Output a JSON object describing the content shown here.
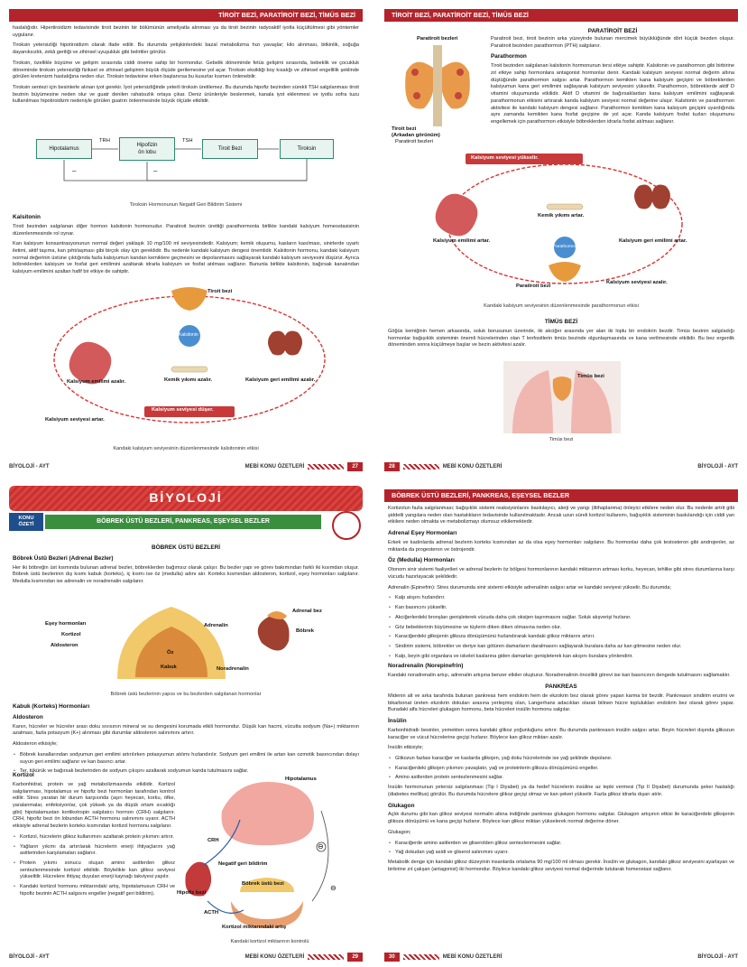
{
  "p1": {
    "header": "TİROİT BEZİ, PARATİROİT BEZİ, TİMÜS BEZİ",
    "paras": [
      "haslalığıdır. Hipertiroidizm tedavisinde tiroit bezinin bir bölümünün ameliyatla alınması ya da tiroit bezinin radyoaktif iyotla küçültülmesi gibi yöntemler uygulanır.",
      "Tiroksin yetersizliği hipotiroidizm olarak ifade edilir. Bu durumda yetişkinlerdeki bazal metabolizma hızı yavaşlar; kilo alınması, bitkinlik, soğuğa dayanıksızlık, zekâ geriliği ve zihinsel uyuşukluk gibi belirtiler görülür.",
      "Tiroksin, özellikle büyüme ve gelişim sırasında ciddi öneme sahip bir hormondur. Gebelik döneminde fetüs gelişimi sırasında, bebeklik ve çocukluk döneminde tiroksin yetersizliği fiziksel ve zihinsel gelişimin büyük ölçüde gerilemesine yol açar. Tiroksin eksikliği boy kısalığı ve zihinsel engellilik şeklinde görülen kretenizm hastalığına neden olur. Tiroksin tedavisine erken başlanırsa bu kusurlar kısmen önlenebilir.",
      "Tiroksin sentezi için besinlerle alınan iyot gerekir. İyot yetersizliğinde yeterli tiroksin üretilemez. Bu durumda hipofiz bezinden sürekli TSH salgılanması tiroit bezinin büyümesine neden olur ve guatr denilen rahatsızlık ortaya çıkar. Deniz ürünleriyle beslenmek, kanala iyot eklenmesi ve iyotlu sofra tuzu kullanılması hipotiroidizm nedeniyle görülen guatrın önlenmesinde büyük ölçüde etkilidir."
    ],
    "flow": {
      "b1": "Hipotalamus",
      "b2a": "Hipofizin",
      "b2b": "ön lobu",
      "b3": "Tiroit Bezi",
      "b4": "Tiroksin",
      "trh": "TRH",
      "tsh": "TSH",
      "minus1": "–",
      "minus2": "–"
    },
    "flow_caption": "Tiroksin Hormonunun Negatif Geri Bildirim Sistemi",
    "kal_title": "Kalsitonin",
    "kal_paras": [
      "Tiroit bezinden salgılanan diğer hormon kalsitonin hormonudur. Paratiroit bezinin ürettiği parathormonla birlikte kandaki kalsiyum homeostasisinin düzenlenmesinde rol oynar.",
      "Kan kalsiyum konsantrasyonunun normal değeri yaklaşık 10 mg/100 ml seviyesindedir. Kalsiyum; kemik oluşumu, kasların kasılması, sinirlerde uyartı iletimi, aktif taşıma, kan pıhtılaşması gibi birçok olay için gereklidir. Bu nedenle kandaki kalsiyum dengesi önemlidir. Kalsitonin hormonu, kandaki kalsiyum normal değerinin üstüne çıktığında fazla kalsiyumun kandan kemiklere geçmesini ve depolanmasını sağlayarak kandaki kalsiyum seviyesini düşürür. Ayrıca böbreklerden kalsiyum ve fosfat geri emilimini azaltarak idrarla kalsiyum ve fosfat atılması sağlanır. Bununla birlikte kalsitonin, bağırsak kanalından kalsiyum emilimini azaltan hafif bir etkiye de sahiptir."
    ],
    "diagram": {
      "tiroit": "Tiroit bezi",
      "kalsitonin": "Kalsitonin",
      "bagirsak": "Kalsiyum emilimi azalır.",
      "kemik": "Kemik yıkımı azalır.",
      "bobrek": "Kalsiyum geri emilimi azalır.",
      "seviye": "Kalsiyum seviyesi düşer.",
      "yuksek": "Kalsiyum seviyesi artar."
    },
    "diag_caption": "Kandaki kalsiyum seviyesinin düzenlenmesinde kalsitoninin etkisi",
    "foot_left": "BİYOLOJİ - AYT",
    "foot_right": "MEBİ KONU ÖZETLERİ",
    "page": "27"
  },
  "p2": {
    "header": "TİROİT BEZİ, PARATİROİT BEZİ, TİMÜS BEZİ",
    "para_title": "PARATİROİT BEZİ",
    "fig_top": "Paratiroit bezleri",
    "fig_bottom1": "Tiroit bezi",
    "fig_bottom2": "(Arkadan görünüm)",
    "fig_bottom3": "Paratiroit bezleri",
    "intro": "Paratiroit bezi, tiroit bezinin arka yüzeyinde bulunan mercimek büyüklüğünde dört küçük bezden oluşur. Paratiroit bezinden parathormon (PTH) salgılanır.",
    "pth_title": "Parathormon",
    "pth_para": "Tiroit bezinden salgılanan kalsitonin hormonunun tersi etkiye sahiptir. Kalsitonin ve parathormon gibi birbirine zıt etkiye sahip hormonlara antagonist hormonlar denir. Kandaki kalsiyum seviyesi normal değerin altına düştüğünde parathormon salgısı artar. Parathormon kemikten kana kalsiyum geçişini ve böbreklerden kalsiyumun kana geri emilimini sağlayarak kalsiyum seviyesini yükseltir. Parathormon, böbreklerde aktif D vitamini oluşumunda etkilidir. Aktif D vitamini de bağırsaklardan kana kalsiyum emilimini sağlayarak parathormonun etkisini artırarak kanda kalsiyum seviyesi normal değerine ulaşır. Kalsitonin ve parathormon aktivitesi ile kandaki kalsiyum dengesi sağlanır. Parathormon kemikten kana kalsiyum geçişini uyardığında aynı zamanda kemikten kana fosfat geçişine de yol açar. Kanda kalsiyum fosfat tuzları oluşumunu engellemek için parathormon etkisiyle böbreklerden idrarla fosfat atılması sağlanır.",
    "diagram": {
      "yukselir": "Kalsiyum seviyesi yükselir.",
      "kemik": "Kemik yıkımı artar.",
      "emilim": "Kalsiyum emilimi artar.",
      "geri": "Kalsiyum geri emilimi artar.",
      "pth": "Parathormon",
      "bez": "Paratiroit bezi",
      "azalir": "Kalsiyum seviyesi azalır."
    },
    "diag_caption": "Kandaki kalsiyum seviyesinin düzenlenmesinde parathormonun etkisi",
    "timus_title": "TİMÜS BEZİ",
    "timus_para": "Göğüs kemiğinin hemen arkasında, soluk borusunun üzerinde, iki akciğer arasında yer alan iki loplu bir endokrin bezdir. Timüs bezinin salgıladığı hormonlar bağışıklık sisteminin önemli hücrelerinden olan T lenfositlerin timüs bezinde olgunlaşmasında ve kana verilmesinde etkilidir. Bu bez ergenlik döneminden sonra küçülmeye başlar ve bezin aktivitesi azalır.",
    "timus_lbl": "Timüs bezi",
    "timus_caption": "Timüs bezi",
    "foot_left": "MEBİ KONU ÖZETLERİ",
    "foot_right": "BİYOLOJİ - AYT",
    "page": "28"
  },
  "p3": {
    "brand": "BİYOLOJİ",
    "konu1": "KONU",
    "konu2": "ÖZETİ",
    "title": "BÖBREK ÜSTÜ BEZLERİ, PANKREAS, EŞEYSEL BEZLER",
    "section": "BÖBREK ÜSTÜ BEZLERİ",
    "sub1": "Böbrek Üstü Bezleri (Adrenal Bezler)",
    "para1": "Her iki böbreğin üst kısmında bulunan adrenal bezler, böbreklerden bağımsız olarak çalışır. Bu bezler yapı ve görev bakımından farklı iki kısımdan oluşur. Böbrek üstü bezlerinin dış kısmı kabuk (korteks), iç kısmı ise öz (medulla) adını alır. Korteks kısmından aldosteron, kortizol, eşey hormonları salgılanır. Medulla kısmından ise adrenalin ve noradrenalin salgılanır.",
    "fig": {
      "esey": "Eşey hormonları",
      "kortizol": "Kortizol",
      "aldosteron": "Aldosteron",
      "oz": "Öz",
      "kabuk": "Kabuk",
      "adrenalin": "Adrenalin",
      "noradrenalin": "Noradrenalin",
      "adrenal": "Adrenal bez",
      "bobrek": "Böbrek"
    },
    "fig_caption": "Böbrek üstü bezlerinin yapısı ve bu bezlerden salgılanan hormonlar",
    "sub2": "Kabuk (Korteks) Hormonları",
    "sub3": "Aldosteron",
    "para2": "Kanın, hücreler ve hücreler arası doku sıvısının mineral ve su dengesini korumada etkili hormondur. Düşük kan hacmi, vücutta sodyum (Na+) miktarının azalması, fazla potasyum (K+) alınması gibi durumlar aldosteron salınımını artırır.",
    "para3": "Aldosteron etkisiyle;",
    "list1": [
      "Böbrek kanallarından sodyumun geri emilimi artırılırken potasyumun atılımı hızlandırılır. Sodyum geri emilimi ile artan kan ozmotik basıncından dolayı suyun geri emilimi sağlanır ve kan basıncı artar.",
      "Ter, tükürük ve bağırsak bezlerinden de sodyum çıkışını azaltarak sodyumun kanda tutulmasını sağlar."
    ],
    "sub4": "Kortizol",
    "para4": "Karbonhidrat, protein ve yağ metabolizmasında etkilidir. Kortizol salgılanması, hipotalamus ve hipofiz bezi hormonları tarafından kontrol edilir. Stres yaratan bir durum karşısında (aşırı heyecan, korku, öfke, yaralanmalar, enfeksiyonlar, çok yüksek ya da düşük ortam sıcaklığı gibi) hipotalamustan kortikotropin salgılatıcı hormon (CRH) salgılanır. CRH, hipofiz bezi ön lobundan ACTH hormonu salınımını uyarır. ACTH etkisiyle adrenal bezlerin korteks kısmından kortizol hormonu salgılanır.",
    "list2": [
      "Kortizol, hücrelerin glikoz kullanımını azaltarak protein yıkımını artırır.",
      "Yağların yıkımı da artırılarak hücrelerin enerji ihtiyaçlarını yağ asitlerinden karşılamaları sağlanır.",
      "Protein yıkımı sonucu oluşan amino asitlerden glikoz sentezlenmesinde kortizol etkilidir. Böylelikle kan glikoz seviyesi yükseltilir. Hücrelere ihtiyaç duyulan enerji kaynağı takviyesi yapılır.",
      "Kandaki kortizol hormonu miktarındaki artış, hipotalamusun CRH ve hipofiz bezinin ACTH salgısını engeller (negatif geri bildirim)."
    ],
    "fig2": {
      "hipotalamus": "Hipotalamus",
      "crh": "CRH",
      "negatif": "Negatif geri bildirim",
      "hipofiz": "Hipofiz bezi",
      "bobrek": "Böbrek üstü bezi",
      "acth": "ACTH",
      "kortizol": "Kortizol miktarındaki artış",
      "m1": "⊖",
      "m2": "⊖"
    },
    "fig2_caption": "Kandaki kortizol miktarının kontrolü",
    "foot_left": "BİYOLOJİ - AYT",
    "foot_right": "MEBİ KONU ÖZETLERİ",
    "page": "29"
  },
  "p4": {
    "header": "BÖBREK ÜSTÜ BEZLERİ, PANKREAS, EŞEYSEL BEZLER",
    "para1": "Kortizolun fazla salgılanması; bağışıklık sistemi reaksiyonlarını baskılayıcı, alerji ve yangı (iltihaplanma) önleyici etkilere neden olur. Bu nedenle artrit gibi şiddetli yangılara neden olan hastalıkların tedavisinde kullanılmaktadır. Ancak uzun süreli kortizol kullanımı, bağışıklık sisteminin baskılandığı için ciddi yan etkilere neden olmakta ve metabolizmayı olumsuz etkilemektedir.",
    "sub1": "Adrenal Eşey Hormonları",
    "para2": "Erkek ve kadınlarda adrenal bezlerin korteks kısmından az da olsa eşey hormonları salgılanır. Bu hormonlar daha çok testosteron gibi androjenler, az miktarda da progesteron ve östrojendir.",
    "sub2": "Öz (Medulla) Hormonları",
    "para3": "Otonom sinir sistemi faaliyetleri ve adrenal bezlerin öz bölgesi hormonlarının kandaki miktarının artması korku, heyecan, tehlike gibi stres durumlarına karşı vücudu hazırlayacak şekildedir.",
    "para4": "Adrenalin (Epinefrin): Stres durumunda sinir sistemi etkisiyle adrenalinin salgısı artar ve kandaki seviyesi yükselir. Bu durumda;",
    "list1": [
      "Kalp atışını hızlandırır.",
      "Kan basıncını yükseltir.",
      "Akciğerlerdeki bronşları genişleterek vücuda daha çok oksijen taşınmasını sağlar. Soluk alışverişi hızlanır.",
      "Göz bebeklerinin büyümesine ve tüylerin diken diken olmasına neden olur.",
      "Karaciğerdeki glikojenin glikoza dönüşümünü hızlandırarak kandaki glikoz miktarını artırır.",
      "Sindirim sistemi, böbrekler ve deriye kan götüren damarların daralmasını sağlayarak buralara daha az kan gitmesine neden olur.",
      "Kalp, beyin gibi organlara ve iskelet kaslarına giden damarları genişleterek kan akışını buralara yönlendirir."
    ],
    "sub3": "Noradrenalin (Norepinefrin)",
    "para5": "Kandaki noradrenalin artışı, adrenalin artışına benzer etkiler oluşturur. Noradrenalinin öncelikli görevi ise kan basıncının dengede tutulmasını sağlamaktır.",
    "section": "PANKREAS",
    "para6": "Midenin alt ve arka tarafında bulunan pankreas hem endokrin hem de ekzokrin bez olarak görev yapan karma bir bezdir. Pankreasın sindirim enzimi ve bikarbonat üreten ekzokrin dokuları arasına yerleşmiş olan, Langerhans adacıkları olarak bilinen hücre toplulukları endokrin bez olarak görev yapar. Buradaki alfa hücreleri glukagon hormonu, beta hücreleri insülin hormonu salgılar.",
    "sub4": "İnsülin",
    "para7": "Karbonhidratlı besinler, yemekten sonra kandaki glikoz yoğunluğunu artırır. Bu durumda pankreasın insülin salgısı artar. Beyin hücreleri dışında glikozun karaciğer ve vücut hücrelerine geçişi hızlanır. Böylece kan glikoz miktarı azalır.",
    "para8": "İnsülin etkisiyle;",
    "list2": [
      "Glikozun fazlası karaciğer ve kaslarda glikojen, yağ doku hücrelerinde ise yağ şeklinde depolanır.",
      "Karaciğerdeki glikojen yıkımını yavaşlatır, yağ ve proteinlerin glikoza dönüşümünü engeller.",
      "Amino asitlerden protein sentezlenmesini sağlar."
    ],
    "para9": "İnsülin hormonunun yetersiz salgılanması (Tip I Diyabet) ya da hedef hücrelerin insüline az tepki vermesi (Tip II Diyabet) durumunda şeker hastalığı (diabetes mellitus) görülür. Bu durumda hücrelere glikoz geçişi olmaz ve kan şekeri yükselir. Fazla glikoz idrarla dışarı atılır.",
    "sub5": "Glukagon",
    "para10": "Açlık durumu gibi kan glikoz seviyesi normalin altına indiğinde pankreas glukagon hormonu salgılar. Glukagon artışının etkisi ile karaciğerdeki glikojenin glikoza dönüşümü ve kana geçişi hızlanır. Böylece kan glikoz miktarı yükselerek normal değerine döner.",
    "para11": "Glukagon;",
    "list3": [
      "Karaciğerde amino asitlerden ve gliserolden glikoz sentezlenmesini sağlar.",
      "Yağ dokudan yağ asidi ve gliserol salınımını uyarır."
    ],
    "para12": "Metabolik denge için kandaki glikoz düzeyinin insanlarda ortalama 90 mg/100 ml olması gerekir. İnsülin ve glukagon, kandaki glikoz seviyesini ayarlayan ve birbirine zıt çalışan (antagonist) iki hormondur. Böylece kandaki glikoz seviyesi normal değerinde tutularak homeostasi sağlanır.",
    "foot_left": "MEBİ KONU ÖZETLERİ",
    "foot_right": "BİYOLOJİ - AYT",
    "page": "30"
  }
}
